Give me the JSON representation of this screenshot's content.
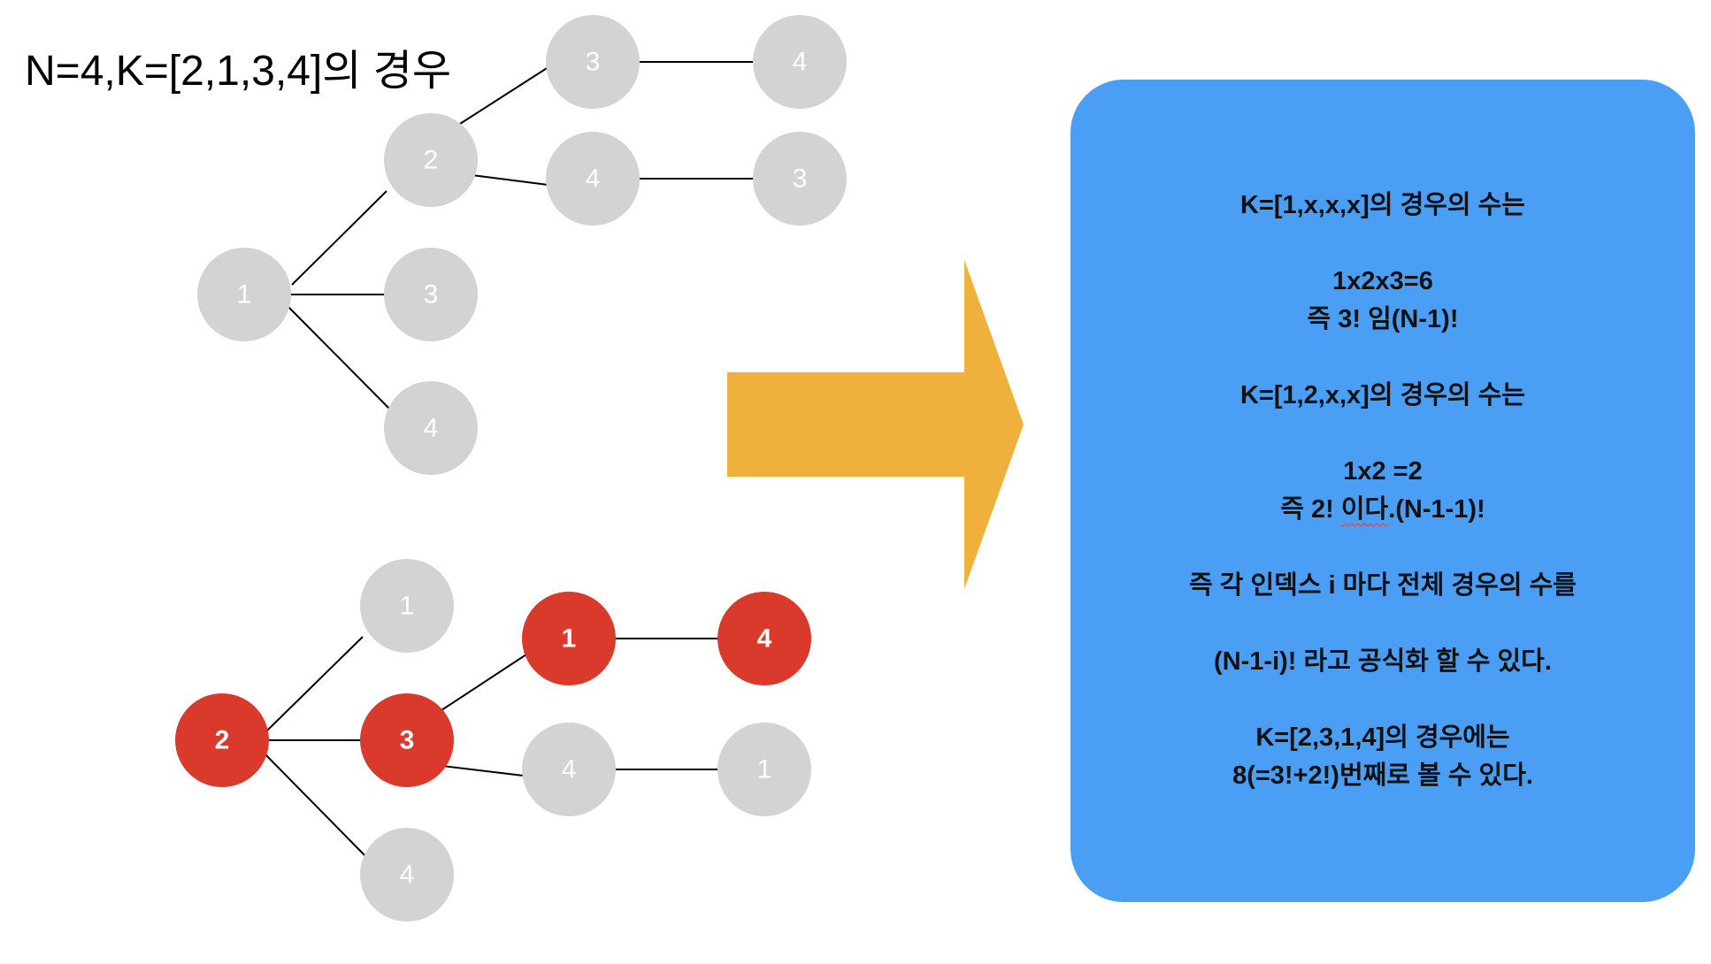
{
  "title": "N=4,K=[2,1,3,4]의 경우",
  "colors": {
    "gray_node": "#d3d3d3",
    "red_node": "#d93a2b",
    "arrow": "#f0b03c",
    "box": "#4a9ff5",
    "edge": "#000000"
  },
  "tree_top": {
    "nodes": [
      {
        "label": "1",
        "highlight": false
      },
      {
        "label": "2",
        "highlight": false
      },
      {
        "label": "3",
        "highlight": false
      },
      {
        "label": "4",
        "highlight": false
      },
      {
        "label": "3",
        "highlight": false
      },
      {
        "label": "4",
        "highlight": false
      },
      {
        "label": "4",
        "highlight": false
      },
      {
        "label": "3",
        "highlight": false
      }
    ]
  },
  "tree_bottom": {
    "nodes": [
      {
        "label": "2",
        "highlight": true
      },
      {
        "label": "1",
        "highlight": false
      },
      {
        "label": "3",
        "highlight": true
      },
      {
        "label": "4",
        "highlight": false
      },
      {
        "label": "1",
        "highlight": true
      },
      {
        "label": "4",
        "highlight": true
      },
      {
        "label": "4",
        "highlight": false
      },
      {
        "label": "1",
        "highlight": false
      }
    ]
  },
  "info": {
    "lines": [
      "K=[1,x,x,x]의 경우의 수는",
      "",
      "1x2x3=6",
      "즉 3! 임(N-1)!",
      "",
      "K=[1,2,x,x]의 경우의 수는",
      "",
      "1x2 =2",
      "즉 2! 이다.(N-1-1)!",
      "",
      "즉 각 인덱스 i 마다 전체 경우의 수를",
      "",
      "(N-1-i)! 라고 공식화 할 수 있다.",
      "",
      "K=[2,3,1,4]의 경우에는",
      "8(=3!+2!)번째로 볼 수 있다."
    ],
    "line9_prefix": "즉 2! ",
    "line9_squiggle": "이다",
    "line9_suffix": ".(N-1-1)!"
  }
}
